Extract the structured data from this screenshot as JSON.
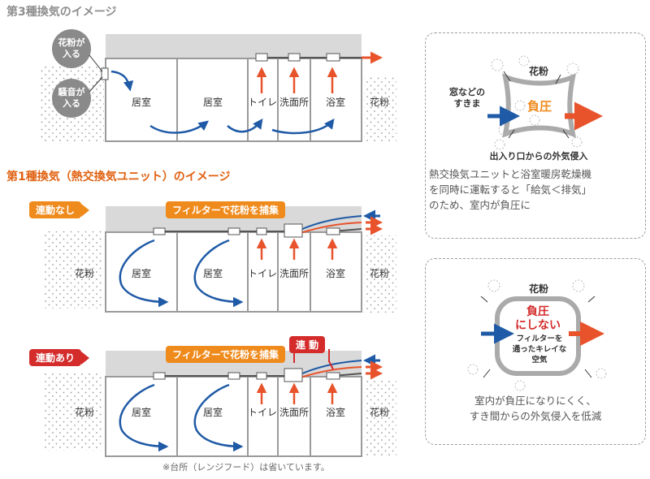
{
  "section1": {
    "title": "第3種換気のイメージ",
    "labels": {
      "pollen_in": "花粉が\n入る",
      "noise_in": "騒音が\n入る",
      "room1": "居室",
      "room2": "居室",
      "toilet": "トイレ",
      "washroom": "洗面所",
      "bath": "浴室",
      "outside_pollen": "花粉"
    }
  },
  "section2": {
    "title": "第1種換気（熱交換気ユニット）のイメージ",
    "unlinked": {
      "badge": "連動なし",
      "filter_label": "フィルターで花粉を捕集",
      "labels": {
        "pollen_left": "花粉",
        "room1": "居室",
        "room2": "居室",
        "toilet": "トイレ",
        "washroom": "洗面所",
        "bath": "浴室",
        "pollen_right": "花粉"
      }
    },
    "linked": {
      "badge": "連動あり",
      "filter_label": "フィルターで花粉を捕集",
      "link_label": "連 動",
      "labels": {
        "pollen_left": "花粉",
        "room1": "居室",
        "room2": "居室",
        "toilet": "トイレ",
        "washroom": "洗面所",
        "bath": "浴室",
        "pollen_right": "花粉"
      }
    },
    "footnote": "※台所（レンジフード）は省いています。"
  },
  "panel_top": {
    "pollen": "花粉",
    "gap_label": "窓などの\nすきま",
    "pressure": "負圧",
    "caption": "出入り口からの外気侵入",
    "note": "熱交換気ユニットと浴室暖房乾燥機\nを同時に運転すると「給気＜排気」\nのため、室内が負圧に"
  },
  "panel_bottom": {
    "pollen": "花粉",
    "pressure": "負圧\nにしない",
    "filter_text": "フィルターを\n通ったキレイな\n空気",
    "note": "室内が負圧になりにくく、\nすき間からの外気侵入を低減"
  },
  "colors": {
    "blue": "#1f5aa6",
    "orange_arrow": "#e8532b",
    "badge_orange": "#ef8a1c",
    "badge_red": "#d42b2b",
    "roof_gray": "#d9d9d9"
  }
}
